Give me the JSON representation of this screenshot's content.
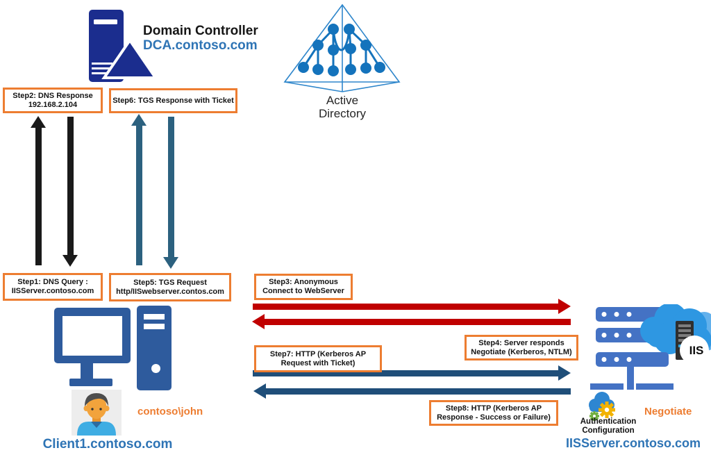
{
  "nodes": {
    "domain_controller": {
      "name": "Domain Controller",
      "fqdn": "DCA.contoso.com"
    },
    "active_directory": {
      "line1": "Active",
      "line2": "Directory"
    },
    "client": {
      "username": "contoso\\john",
      "fqdn": "Client1.contoso.com"
    },
    "iis_server": {
      "badge": "IIS",
      "negotiate": "Negotiate",
      "auth_line1": "Authentication",
      "auth_line2": "Configuration",
      "fqdn": "IISServer.contoso.com"
    }
  },
  "steps": {
    "step1": {
      "line1": "Step1: DNS Query :",
      "line2": "IISServer.contoso.com"
    },
    "step2": {
      "line1": "Step2: DNS Response",
      "line2": "192.168.2.104"
    },
    "step3": {
      "line1": "Step3: Anonymous",
      "line2": "Connect to WebServer"
    },
    "step4": {
      "line1": "Step4: Server responds",
      "line2": "Negotiate (Kerberos, NTLM)"
    },
    "step5": {
      "line1": "Step5: TGS Request",
      "line2": "http/IISwebserver.contos.com"
    },
    "step6": {
      "line1": "Step6: TGS Response with Ticket"
    },
    "step7": {
      "line1": "Step7: HTTP (Kerberos AP",
      "line2": "Request with Ticket)"
    },
    "step8": {
      "line1": "Step8: HTTP (Kerberos AP",
      "line2": "Response - Success or Failure)"
    }
  },
  "colors": {
    "box_border_orange": "#ED7D31",
    "orange_text": "#ED7D31",
    "blue_text": "#2E74B5",
    "arrow_black": "#1A1A1A",
    "arrow_red": "#C00000",
    "arrow_steel_blue": "#1F4E79",
    "arrow_teal": "#2C617F",
    "dc_navy": "#1B2D8E",
    "client_blue": "#2E5B9D",
    "rack_blue": "#4472C4",
    "cloud_azure": "#2E97E2",
    "ad_blue": "#1473BC"
  }
}
